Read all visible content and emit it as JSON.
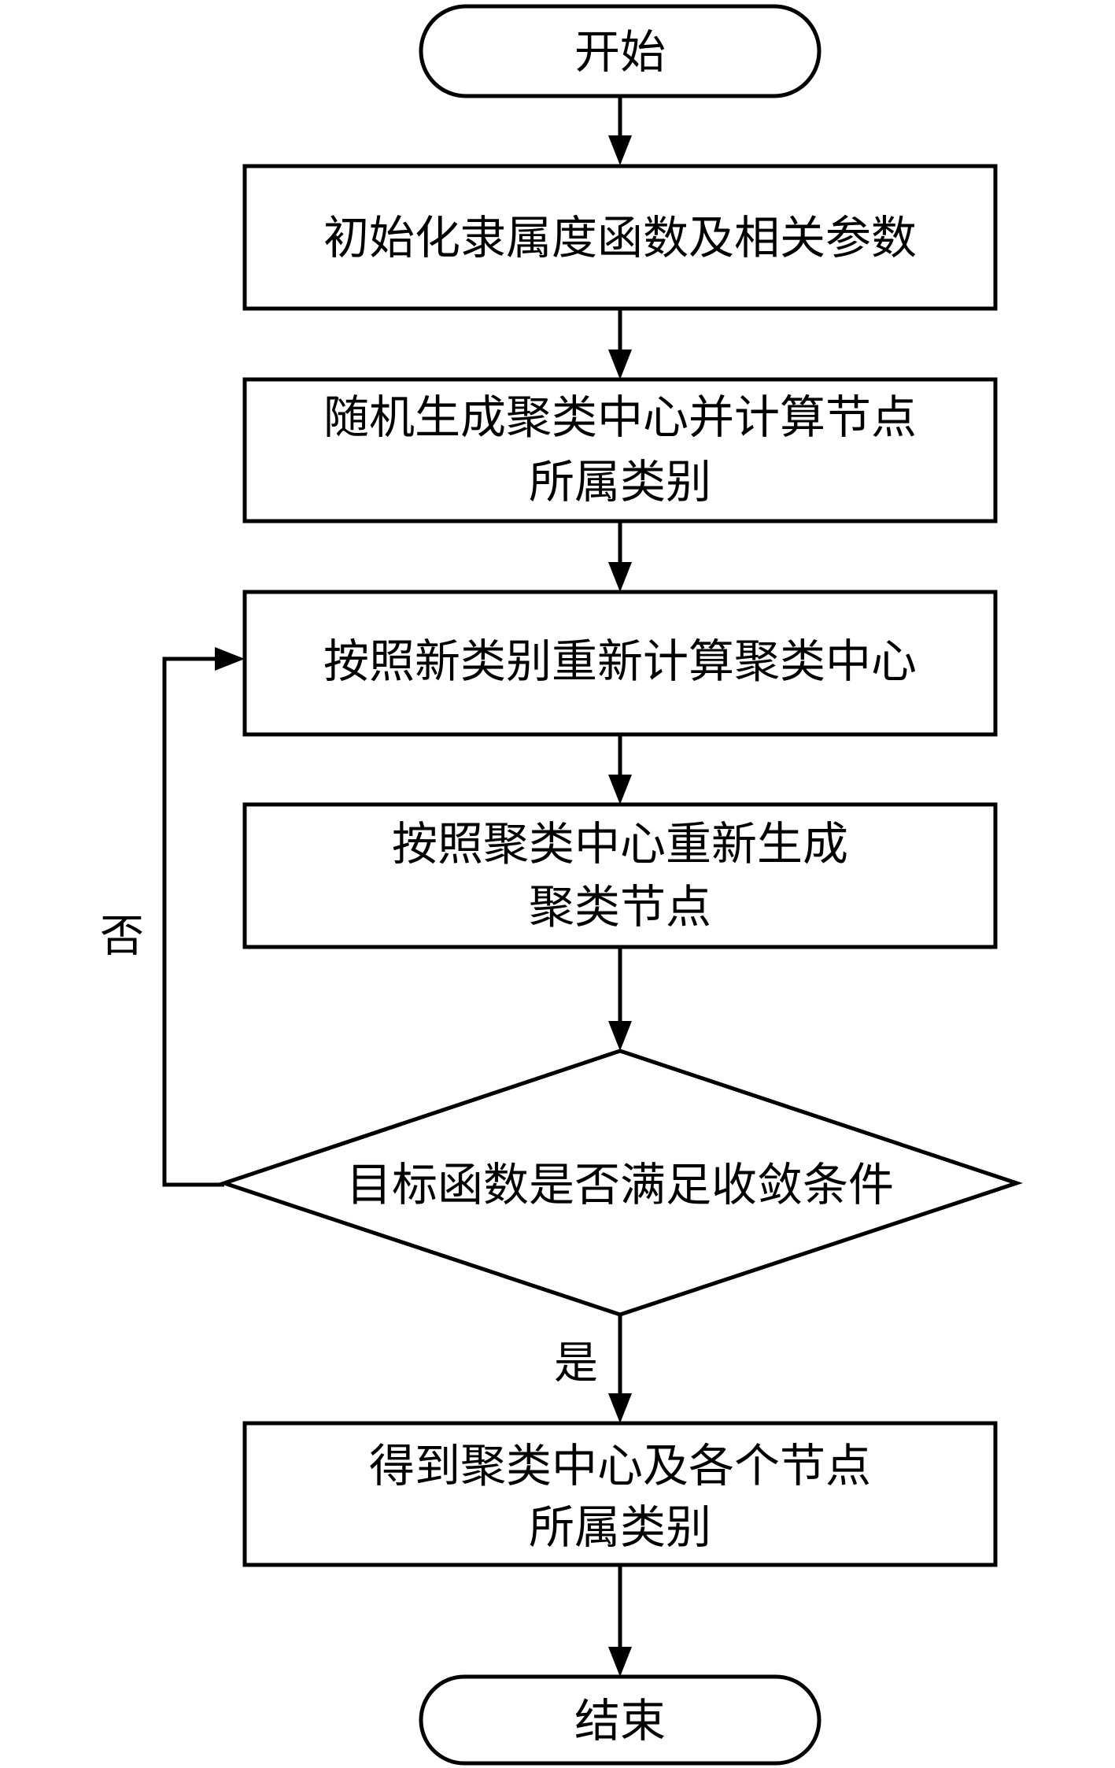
{
  "diagram": {
    "type": "flowchart",
    "nodes": [
      {
        "id": "start",
        "shape": "terminal",
        "lines": [
          "开始"
        ]
      },
      {
        "id": "init",
        "shape": "process",
        "lines": [
          "初始化隶属度函数及相关参数"
        ]
      },
      {
        "id": "random",
        "shape": "process",
        "lines": [
          "随机生成聚类中心并计算节点",
          "所属类别"
        ]
      },
      {
        "id": "recompute",
        "shape": "process",
        "lines": [
          "按照新类别重新计算聚类中心"
        ]
      },
      {
        "id": "regenerate",
        "shape": "process",
        "lines": [
          "按照聚类中心重新生成",
          "聚类节点"
        ]
      },
      {
        "id": "decision",
        "shape": "decision",
        "lines": [
          "目标函数是否满足收敛条件"
        ]
      },
      {
        "id": "result",
        "shape": "process",
        "lines": [
          "得到聚类中心及各个节点",
          "所属类别"
        ]
      },
      {
        "id": "end",
        "shape": "terminal",
        "lines": [
          "结束"
        ]
      }
    ],
    "edges": [
      {
        "from": "start",
        "to": "init",
        "label": ""
      },
      {
        "from": "init",
        "to": "random",
        "label": ""
      },
      {
        "from": "random",
        "to": "recompute",
        "label": ""
      },
      {
        "from": "recompute",
        "to": "regenerate",
        "label": ""
      },
      {
        "from": "regenerate",
        "to": "decision",
        "label": ""
      },
      {
        "from": "decision",
        "to": "result",
        "label": "是"
      },
      {
        "from": "decision",
        "to": "recompute",
        "label": "否"
      },
      {
        "from": "result",
        "to": "end",
        "label": ""
      }
    ],
    "labels": {
      "yes": "是",
      "no": "否"
    }
  }
}
